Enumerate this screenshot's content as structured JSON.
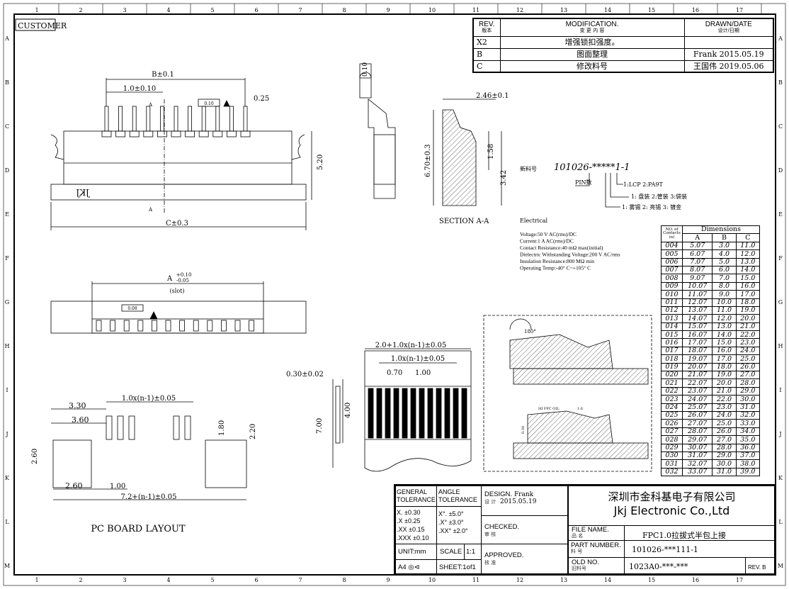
{
  "frame": {
    "cols": [
      "1",
      "2",
      "3",
      "4",
      "5",
      "6",
      "7",
      "8",
      "9",
      "10",
      "11",
      "12",
      "13",
      "14",
      "15",
      "16",
      "17"
    ],
    "rows": [
      "A",
      "B",
      "C",
      "D",
      "E",
      "F",
      "G",
      "H",
      "I",
      "J",
      "K",
      "L",
      "M"
    ],
    "customer": "CUSTOMER"
  },
  "revision": {
    "headers": {
      "rev": "REV.",
      "rev_cn": "版本",
      "mod": "MODIFICATION.",
      "mod_cn": "变 更 内 容",
      "drawn": "DRAWN/DATE",
      "drawn_cn": "设计/日期"
    },
    "rows": [
      {
        "rev": "X2",
        "mod": "增强锁扣强度。",
        "drawn": ""
      },
      {
        "rev": "B",
        "mod": "图面整理",
        "drawn": "Frank 2015.05.19"
      },
      {
        "rev": "C",
        "mod": "修改料号",
        "drawn": "王国伟 2019.05.06"
      }
    ]
  },
  "top_view": {
    "b_dim": "B±0.1",
    "pitch": "1.0±0.10",
    "flat": "0.10",
    "pin_w": "0.25",
    "height": "5.20",
    "c_dim": "C±0.3",
    "sec_a": "A",
    "logo": "JKJ"
  },
  "side_view": {
    "flat": "0.10"
  },
  "section": {
    "width": "2.46±0.1",
    "height": "6.70±0.3",
    "h1": "1.58",
    "h2": "3.42",
    "title": "SECTION A-A"
  },
  "part_code": {
    "label": "新料号",
    "code": "101026-*****1-1",
    "pin": "PIN数",
    "opt1": "1:LCP  2:PA9T",
    "opt2": "1: 盘装  2:管装  3:袋装",
    "opt3": "1: 雾锡   2: 亮锡   3: 镀金"
  },
  "electrical": {
    "title": "Electrical",
    "lines": [
      "Voltage:50 V AC(rms)/DC",
      "Current:1 A AC(rms)/DC",
      "Contact Resistance:40 mΩ max(initial)",
      "Dielectric Withstanding Voltage:200 V AC/rms",
      "Insulation Resistance:800 MΩ min",
      "Operating Temp:-40° C~+105° C"
    ]
  },
  "bottom_view": {
    "a_dim": "A",
    "a_tol_plus": "+0.10",
    "a_tol_minus": "-0.05",
    "slot": "(slot)",
    "flat": "0.08"
  },
  "fpc": {
    "total": "2.0+1.0x(n-1)±0.05",
    "pitch_total": "1.0x(n-1)±0.05",
    "finger": "0.70",
    "pitch": "1.00",
    "thick": "0.30±0.02",
    "len": "7.00",
    "stiff": "4.00"
  },
  "pcb": {
    "pitch_total": "1.0x(n-1)±0.05",
    "d1": "3.30",
    "d2": "3.60",
    "d3": "1.80",
    "d4": "2.20",
    "d5": "2.60",
    "d6": "2.60",
    "d7": "1.00",
    "total": "7.2+(n-1)±0.05",
    "title": "PC BOARD LAYOUT"
  },
  "detail": {
    "angle": "180°",
    "fpc_label": "HI FPC OIL",
    "dim": "1.6",
    "dim2": "0.30"
  },
  "dims_table": {
    "h_no": "NO. of",
    "h_contacts": "Contacts",
    "h_n": "(n)",
    "h_dims": "Dimensions",
    "cols": [
      "A",
      "B",
      "C"
    ],
    "rows": [
      [
        "004",
        "5.07",
        "3.0",
        "11.0"
      ],
      [
        "005",
        "6.07",
        "4.0",
        "12.0"
      ],
      [
        "006",
        "7.07",
        "5.0",
        "13.0"
      ],
      [
        "007",
        "8.07",
        "6.0",
        "14.0"
      ],
      [
        "008",
        "9.07",
        "7.0",
        "15.0"
      ],
      [
        "009",
        "10.07",
        "8.0",
        "16.0"
      ],
      [
        "010",
        "11.07",
        "9.0",
        "17.0"
      ],
      [
        "011",
        "12.07",
        "10.0",
        "18.0"
      ],
      [
        "012",
        "13.07",
        "11.0",
        "19.0"
      ],
      [
        "013",
        "14.07",
        "12.0",
        "20.0"
      ],
      [
        "014",
        "15.07",
        "13.0",
        "21.0"
      ],
      [
        "015",
        "16.07",
        "14.0",
        "22.0"
      ],
      [
        "016",
        "17.07",
        "15.0",
        "23.0"
      ],
      [
        "017",
        "18.07",
        "16.0",
        "24.0"
      ],
      [
        "018",
        "19.07",
        "17.0",
        "25.0"
      ],
      [
        "019",
        "20.07",
        "18.0",
        "26.0"
      ],
      [
        "020",
        "21.07",
        "19.0",
        "27.0"
      ],
      [
        "021",
        "22.07",
        "20.0",
        "28.0"
      ],
      [
        "022",
        "23.07",
        "21.0",
        "29.0"
      ],
      [
        "023",
        "24.07",
        "22.0",
        "30.0"
      ],
      [
        "024",
        "25.07",
        "23.0",
        "31.0"
      ],
      [
        "025",
        "26.07",
        "24.0",
        "32.0"
      ],
      [
        "026",
        "27.07",
        "25.0",
        "33.0"
      ],
      [
        "027",
        "28.07",
        "26.0",
        "34.0"
      ],
      [
        "028",
        "29.07",
        "27.0",
        "35.0"
      ],
      [
        "029",
        "30.07",
        "28.0",
        "36.0"
      ],
      [
        "030",
        "31.07",
        "29.0",
        "37.0"
      ],
      [
        "031",
        "32.07",
        "30.0",
        "38.0"
      ],
      [
        "032",
        "33.07",
        "31.0",
        "39.0"
      ]
    ]
  },
  "title_block": {
    "gen_tol": "GENERAL TOLERANCE",
    "ang_tol": "ANGLE TOLERANCE",
    "gen": [
      "X.  ±0.30",
      ".X  ±0.25",
      ".XX  ±0.15",
      ".XXX  ±0.10"
    ],
    "ang": [
      "X°.  ±5.0°",
      ".X°  ±3.0°",
      ".XX°  ±2.0°"
    ],
    "unit": "UNIT:mm",
    "scale": "SCALE",
    "scale_val": "1:1",
    "paper": "A4",
    "sheet": "SHEET:1of1",
    "design": "DESIGN.",
    "design_cn": "设 计",
    "designer": "Frank",
    "design_date": "2015.05.19",
    "checked": "CHECKED.",
    "checked_cn": "审 核",
    "approved": "APPROVED.",
    "approved_cn": "核 准",
    "company_cn": "深圳市金科基电子有限公司",
    "company_en": "Jkj Electronic  Co.,Ltd",
    "file_name": "FILE NAME.",
    "file_name_cn": "品 名",
    "file_val": "FPC1.0拉拔式半包上接",
    "part_number": "PART NUMBER.",
    "part_number_cn": "料 号",
    "part_val": "101026-***111-1",
    "old_no": "OLD NO.",
    "old_no_cn": "旧料号",
    "old_val": "1023A0-***-***",
    "rev": "REV. B"
  }
}
